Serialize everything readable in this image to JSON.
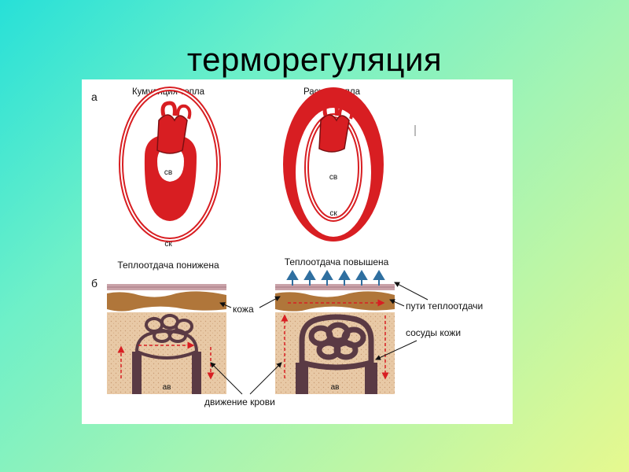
{
  "slide": {
    "title": "терморегуляция"
  },
  "figure": {
    "panel_a": {
      "letter": "а",
      "left_caption": "Кумуляция тепла",
      "right_caption": "Расход тепла",
      "label_cv": "св",
      "label_ck": "ск"
    },
    "panel_b": {
      "letter": "б",
      "left_caption": "Теплоотдача понижена",
      "right_caption": "Теплоотдача повышена",
      "label_skin": "кожа",
      "label_heat_paths": "пути теплоотдачи",
      "label_vessels": "сосуды кожи",
      "label_blood_flow": "движение крови",
      "label_av": "ав"
    }
  },
  "colors": {
    "blood_red": "#d81e22",
    "skin_brown": "#b0763a",
    "tissue_tan": "#e6c6a3",
    "vessel_dark": "#5a3a44",
    "arrow_blue": "#2f6fa0"
  }
}
